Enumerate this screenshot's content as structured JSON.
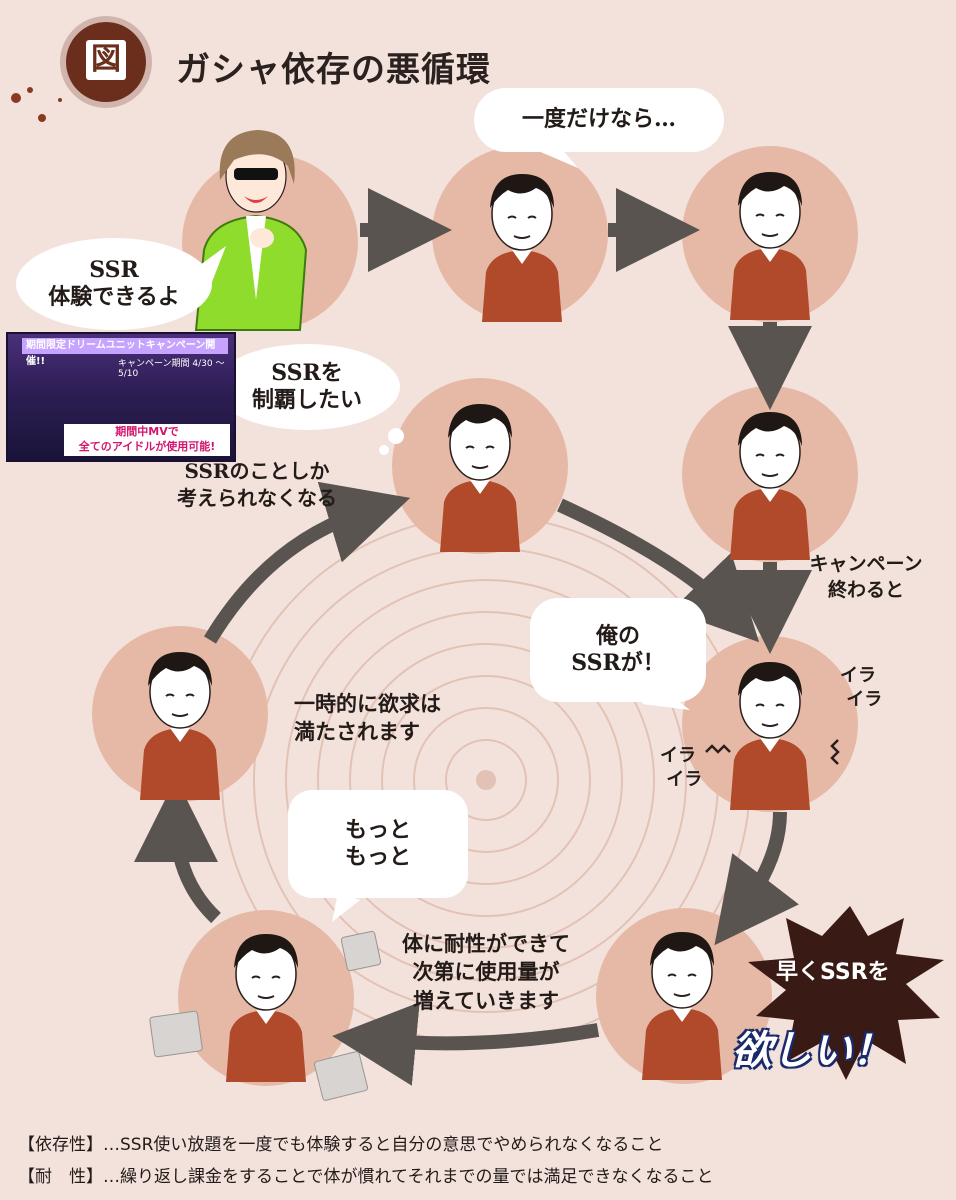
{
  "title": {
    "badge": "図",
    "text": "ガシャ依存の悪循環"
  },
  "bubbles": {
    "ichido": "一度だけなら…",
    "ssr_taiken": [
      "SSR",
      "体験できるよ"
    ],
    "ssr_seiha": [
      "SSRを",
      "制覇したい"
    ],
    "ore_ssr": [
      "俺の",
      "SSRが！"
    ],
    "motto": [
      "もっと",
      "もっと"
    ]
  },
  "labels": {
    "ssr_nokoto": [
      "SSRのことしか",
      "考えられなくなる"
    ],
    "campaign": [
      "キャンペーン",
      "終わると"
    ],
    "ichijiteki": [
      "一時的に欲求は",
      "満たされます"
    ],
    "taisei": [
      "体に耐性ができて",
      "次第に使用量が",
      "増えていきます"
    ],
    "ira1": [
      "イラ",
      "イラ"
    ],
    "ira2": [
      "イラ",
      "イラ"
    ],
    "hayaku": "早くSSRを",
    "hoshii": "欲しい！"
  },
  "banner": {
    "head": "期間限定ドリームユニットキャンペーン開催!!",
    "period": "キャンペーン期間 4/30 ～ 5/10",
    "foot": [
      "期間中MVで",
      "全てのアイドルが使用可能!"
    ]
  },
  "footer": {
    "line1": "【依存性】…SSR使い放題を一度でも体験すると自分の意思でやめられなくなること",
    "line2": "【耐　性】…繰り返し課金をすることで体が慣れてそれまでの量では満足できなくなること"
  },
  "colors": {
    "background": "#f3e2dc",
    "circle": "#e6b9a6",
    "shirt": "#b04a2a",
    "arrow": "#5a5450",
    "badge": "#6b2e1c",
    "burst": "#3a1a14"
  }
}
